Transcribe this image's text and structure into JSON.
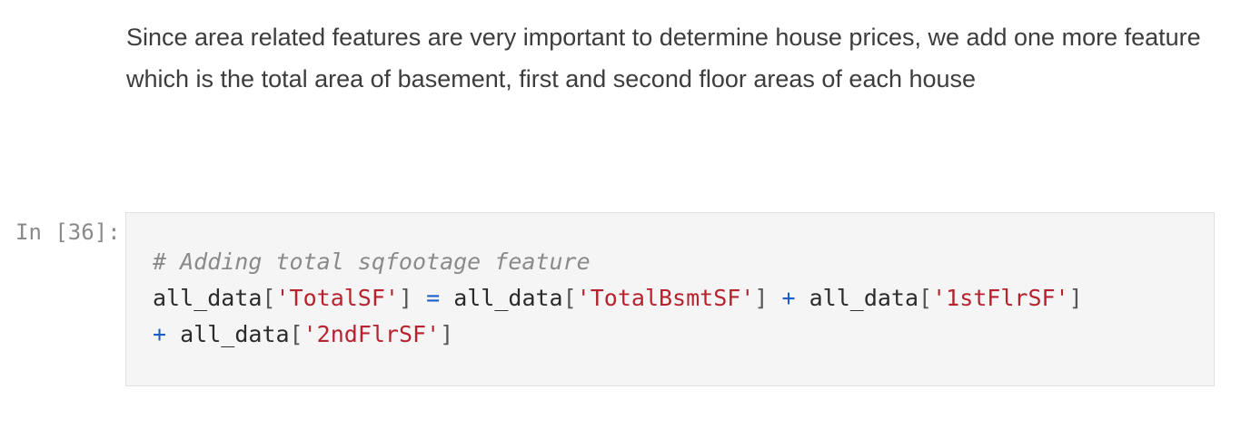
{
  "markdown": {
    "text": "Since area related features are very important to determine house prices, we add one more feature which is the total area of basement, first and second floor areas of each house"
  },
  "code_cell": {
    "prompt": "In [36]:",
    "comment": "# Adding total sqfootage feature",
    "var": "all_data",
    "key_total": "'TotalSF'",
    "key_bsmt": "'TotalBsmtSF'",
    "key_1st": "'1stFlrSF'",
    "key_2nd": "'2ndFlrSF'",
    "assign_op": "=",
    "plus_op": "+"
  }
}
